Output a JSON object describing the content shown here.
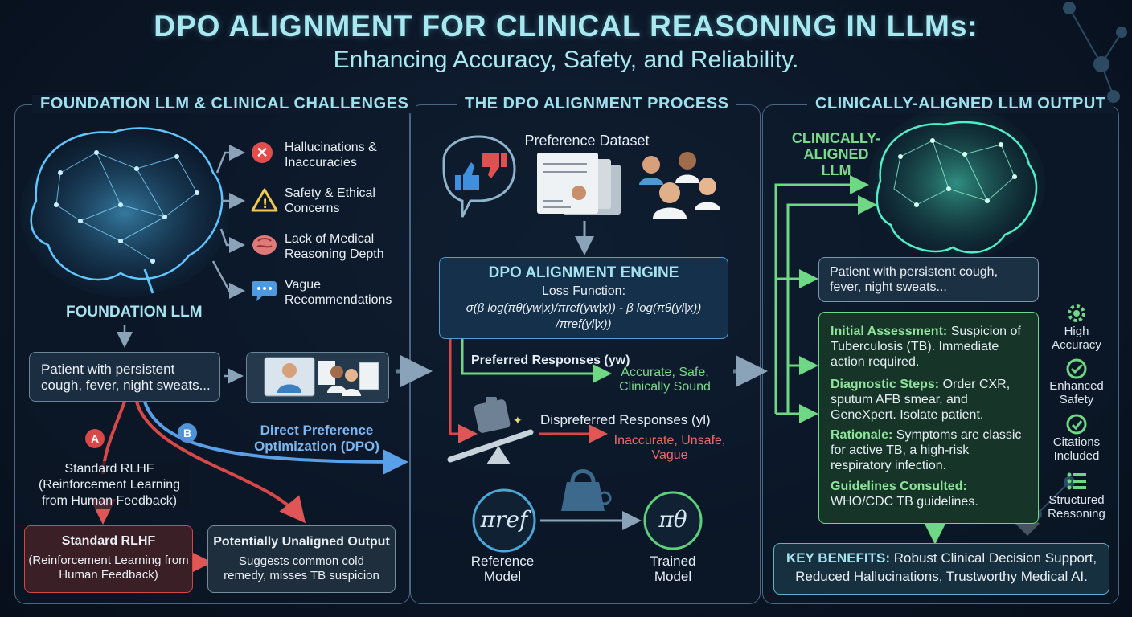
{
  "header": {
    "title": "DPO ALIGNMENT FOR CLINICAL REASONING IN LLMs:",
    "subtitle": "Enhancing Accuracy, Safety, and Reliability."
  },
  "panels": {
    "left": "FOUNDATION LLM & CLINICAL CHALLENGES",
    "middle": "THE DPO ALIGNMENT PROCESS",
    "right": "CLINICALLY-ALIGNED LLM OUTPUT"
  },
  "left": {
    "challenges": [
      {
        "icon": "x-circle-icon",
        "label": "Hallucinations & Inaccuracies"
      },
      {
        "icon": "warning-icon",
        "label": "Safety & Ethical Concerns"
      },
      {
        "icon": "brain-icon",
        "label": "Lack of Medical Reasoning Depth"
      },
      {
        "icon": "chat-icon",
        "label": "Vague Recommendations"
      }
    ],
    "foundation_label": "FOUNDATION LLM",
    "patient_box": "Patient with persistent cough, fever, night sweats...",
    "badge_a": "A",
    "badge_b": "B",
    "rlhf_caption": "Standard RLHF (Reinforcement Learning from Human Feedback)",
    "dpo_caption": "Direct Preference Optimization (DPO)",
    "rlhf_box_title": "Standard RLHF",
    "rlhf_box_body": "(Reinforcement Learning from Human Feedback)",
    "unaligned_title": "Potentially Unaligned Output",
    "unaligned_body": "Suggests common cold remedy, misses TB suspicion"
  },
  "middle": {
    "dataset_label": "Preference Dataset",
    "engine_title": "DPO ALIGNMENT ENGINE",
    "loss_label": "Loss Function:",
    "loss_line1": "σ(β log(πθ(yw|x)/πref(yw|x)) - β log(πθ(yl|x))",
    "loss_line2": "/πref(yl|x))",
    "preferred_label": "Preferred Responses (yw)",
    "preferred_result_1": "Accurate, Safe,",
    "preferred_result_2": "Clinically Sound",
    "dispreferred_label": "Dispreferred Responses (yl)",
    "dispreferred_result_1": "Inaccurate, Unsafe,",
    "dispreferred_result_2": "Vague",
    "ref_symbol": "πref",
    "ref_label_1": "Reference",
    "ref_label_2": "Model",
    "trained_symbol": "πθ",
    "trained_label_1": "Trained",
    "trained_label_2": "Model"
  },
  "right": {
    "aligned_label_1": "CLINICALLY-",
    "aligned_label_2": "ALIGNED",
    "aligned_label_3": "LLM",
    "patient_box": "Patient with persistent cough, fever, night sweats...",
    "output": [
      {
        "key": "Initial Assessment:",
        "text": "Suspicion of Tuberculosis (TB). Immediate action required."
      },
      {
        "key": "Diagnostic Steps:",
        "text": "Order CXR, sputum AFB smear, and GeneXpert. Isolate patient."
      },
      {
        "key": "Rationale:",
        "text": "Symptoms are classic for active TB, a high-risk respiratory infection."
      },
      {
        "key": "Guidelines Consulted:",
        "text": "WHO/CDC TB guidelines."
      }
    ],
    "features": [
      {
        "icon": "gear-icon",
        "label": "High Accuracy"
      },
      {
        "icon": "check-circle-icon",
        "label": "Enhanced Safety"
      },
      {
        "icon": "citation-icon",
        "label": "Citations Included"
      },
      {
        "icon": "list-icon",
        "label": "Structured Reasoning"
      }
    ],
    "benefits_key": "KEY BENEFITS:",
    "benefits_text_1": "Robust Clinical Decision Support,",
    "benefits_text_2": "Reduced Hallucinations, Trustworthy Medical AI."
  },
  "colors": {
    "accent_cyan": "#a8e8f0",
    "green": "#7ad98d",
    "red": "#ee6a6a",
    "blue": "#5aa0e8"
  }
}
